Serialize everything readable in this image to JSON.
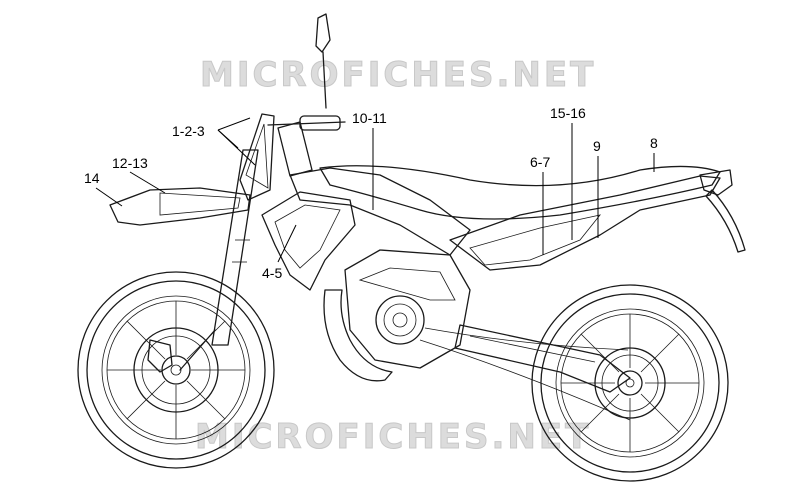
{
  "watermarks": {
    "top": "MICROFICHES.NET",
    "bottom": "MICROFICHES.NET"
  },
  "callouts": {
    "c_1_2_3": "1-2-3",
    "c_12_13": "12-13",
    "c_14": "14",
    "c_10_11": "10-11",
    "c_4_5": "4-5",
    "c_15_16": "15-16",
    "c_6_7": "6-7",
    "c_9": "9",
    "c_8": "8"
  },
  "colors": {
    "line": "#1a1a1a",
    "watermark": "#dcdcdc",
    "background": "#ffffff"
  }
}
